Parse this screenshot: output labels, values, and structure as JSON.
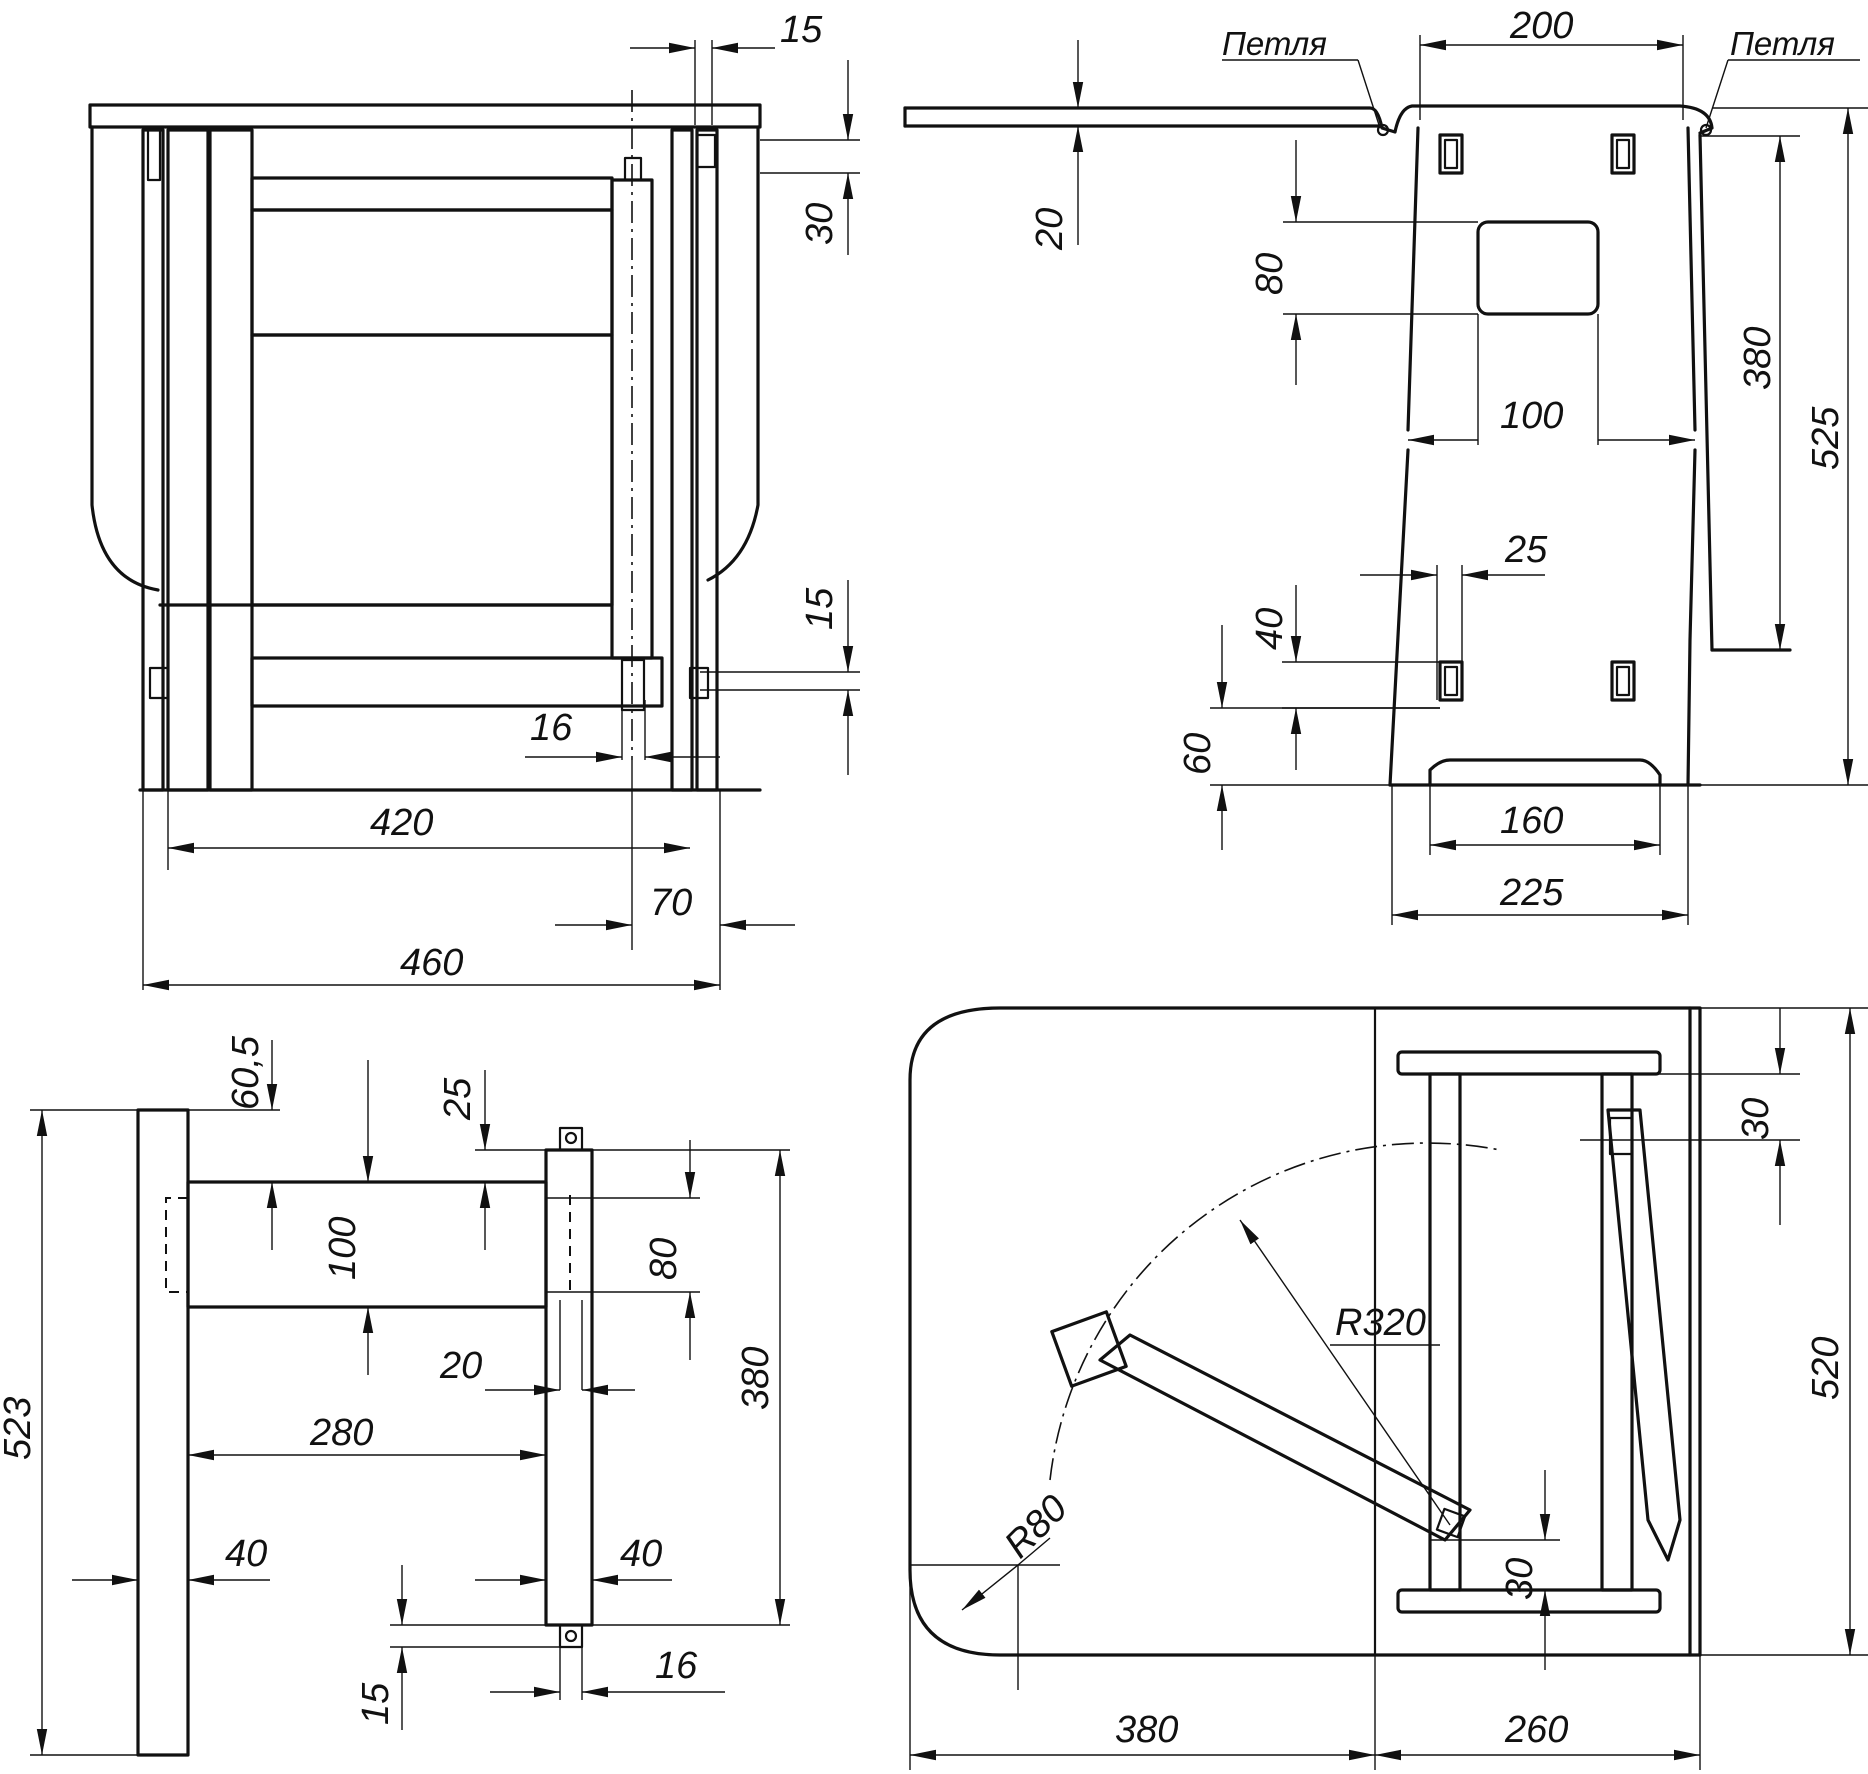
{
  "labels": {
    "hinge_left": "Петля",
    "hinge_right": "Петля"
  },
  "dims": {
    "v1_15": "15",
    "v1_30": "30",
    "v1_15b": "15",
    "v1_16": "16",
    "v1_420": "420",
    "v1_70": "70",
    "v1_460": "460",
    "v2_200": "200",
    "v2_20": "20",
    "v2_80": "80",
    "v2_100": "100",
    "v2_380": "380",
    "v2_525": "525",
    "v2_25": "25",
    "v2_40": "40",
    "v2_60": "60",
    "v2_160": "160",
    "v2_225": "225",
    "v3_605": "60,5",
    "v3_25": "25",
    "v3_100": "100",
    "v3_80": "80",
    "v3_20": "20",
    "v3_523": "523",
    "v3_280": "280",
    "v3_380": "380",
    "v3_40a": "40",
    "v3_40b": "40",
    "v3_15": "15",
    "v3_16": "16",
    "v4_r320": "R320",
    "v4_r80": "R80",
    "v4_30a": "30",
    "v4_30b": "30",
    "v4_520": "520",
    "v4_380": "380",
    "v4_260": "260"
  }
}
